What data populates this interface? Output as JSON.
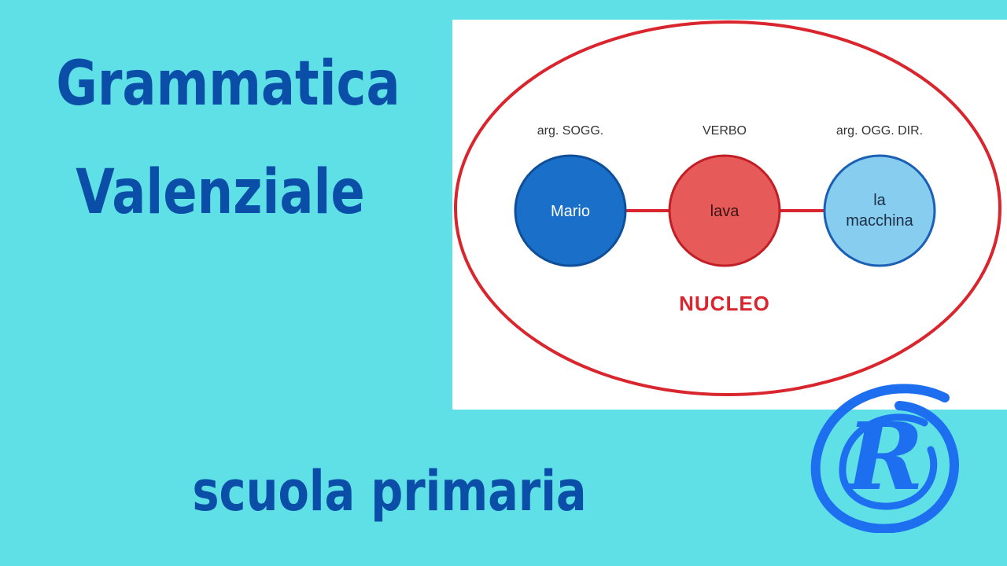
{
  "title": {
    "line1": "Grammatica",
    "line2": "Valenziale"
  },
  "subtitle": "scuola primaria",
  "diagram": {
    "labels": {
      "subject_role": "arg. SOGG.",
      "verb_role": "VERBO",
      "object_role": "arg. OGG. DIR."
    },
    "nodes": {
      "subject": "Mario",
      "verb": "lava",
      "object_line1": "la",
      "object_line2": "macchina"
    },
    "nucleus_label": "NUCLEO"
  },
  "logo": {
    "letter": "R"
  },
  "colors": {
    "background": "#5ee0e6",
    "title": "#0b4ea8",
    "ellipse": "#d9262e",
    "subject_node": "#1a6fc9",
    "verb_node": "#e65a5a",
    "object_node": "#86cdf0",
    "logo": "#1e6ff0"
  }
}
